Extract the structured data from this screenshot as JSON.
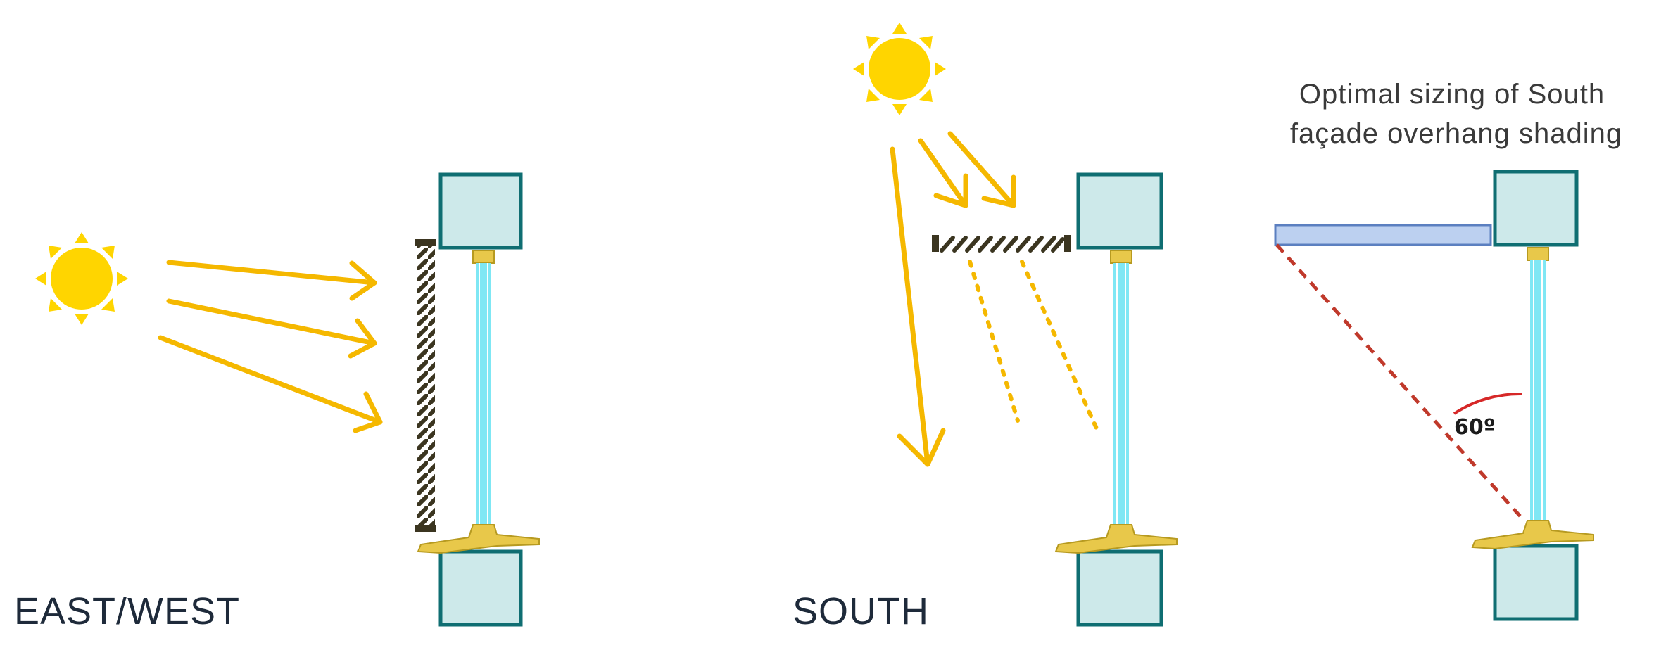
{
  "panels": {
    "east_west": {
      "label": "EAST/WEST",
      "shading_type": "vertical louvre screen"
    },
    "south": {
      "label": "SOUTH",
      "shading_type": "horizontal louvre overhang"
    },
    "optimal": {
      "caption_line_1": "Optimal sizing of South",
      "caption_line_2": "façade overhang shading",
      "angle_label": "60º"
    }
  },
  "colors": {
    "sun": "#FFD500",
    "ray": "#F5B800",
    "wall_fill": "#CDE9EA",
    "wall_stroke": "#0F6E72",
    "glass": "#7FE7F4",
    "frame": "#E8C84A",
    "louvre": "#3B3520",
    "overhang_fill": "#BCD0F0",
    "overhang_stroke": "#5B7FC0",
    "dashed_line": "#C0392B",
    "angle_arc": "#D62828"
  }
}
